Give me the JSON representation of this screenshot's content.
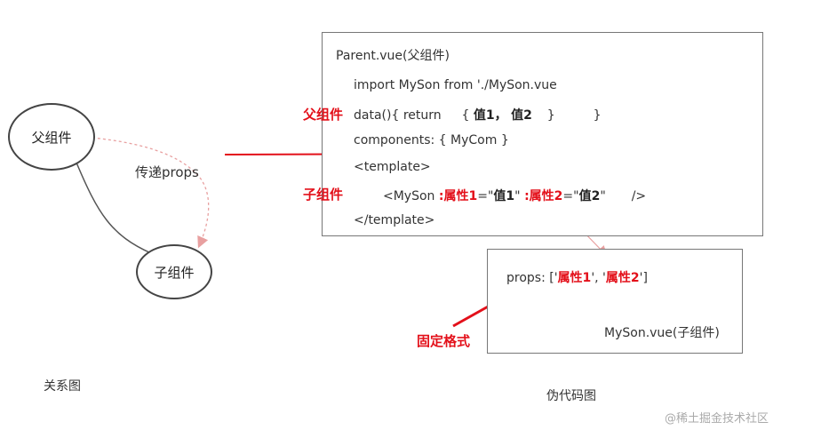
{
  "relation": {
    "parent": "父组件",
    "child": "子组件",
    "edge_label": "传递props",
    "caption": "关系图"
  },
  "parent_box": {
    "title": "Parent.vue(父组件)",
    "import_line": "import MySon from './MySon.vue",
    "data_prefix": "data(){ return",
    "data_open": "{",
    "data_val1": "值1",
    "data_comma": "，",
    "data_val2": "值2",
    "data_close": "}",
    "data_end": "}",
    "components_line": "components: { MyCom }",
    "template_open": "<template>",
    "tag_open": "<MySon",
    "attr1_colon": ":",
    "attr1": "属性1",
    "attr1_eq": "=\"",
    "attr1_val": "值1",
    "attr1_q": "\"",
    "attr2_colon": ":",
    "attr2": "属性2",
    "attr2_eq": "=\"",
    "attr2_val": "值2",
    "attr2_q": "\"",
    "tag_close": "/>",
    "template_close": "</template>"
  },
  "child_box": {
    "props_prefix": "props: ['",
    "prop1": "属性1",
    "props_sep": "', '",
    "prop2": "属性2",
    "props_suffix": "']",
    "title": "MySon.vue(子组件)"
  },
  "labels": {
    "parent_label": "父组件",
    "child_label": "子组件",
    "fixed_format": "固定格式"
  },
  "code_caption": "伪代码图",
  "watermark": "@稀土掘金技术社区",
  "colors": {
    "accent_red": "#e3101a",
    "pink_arrow": "#e8a0a0",
    "border": "#777777"
  }
}
